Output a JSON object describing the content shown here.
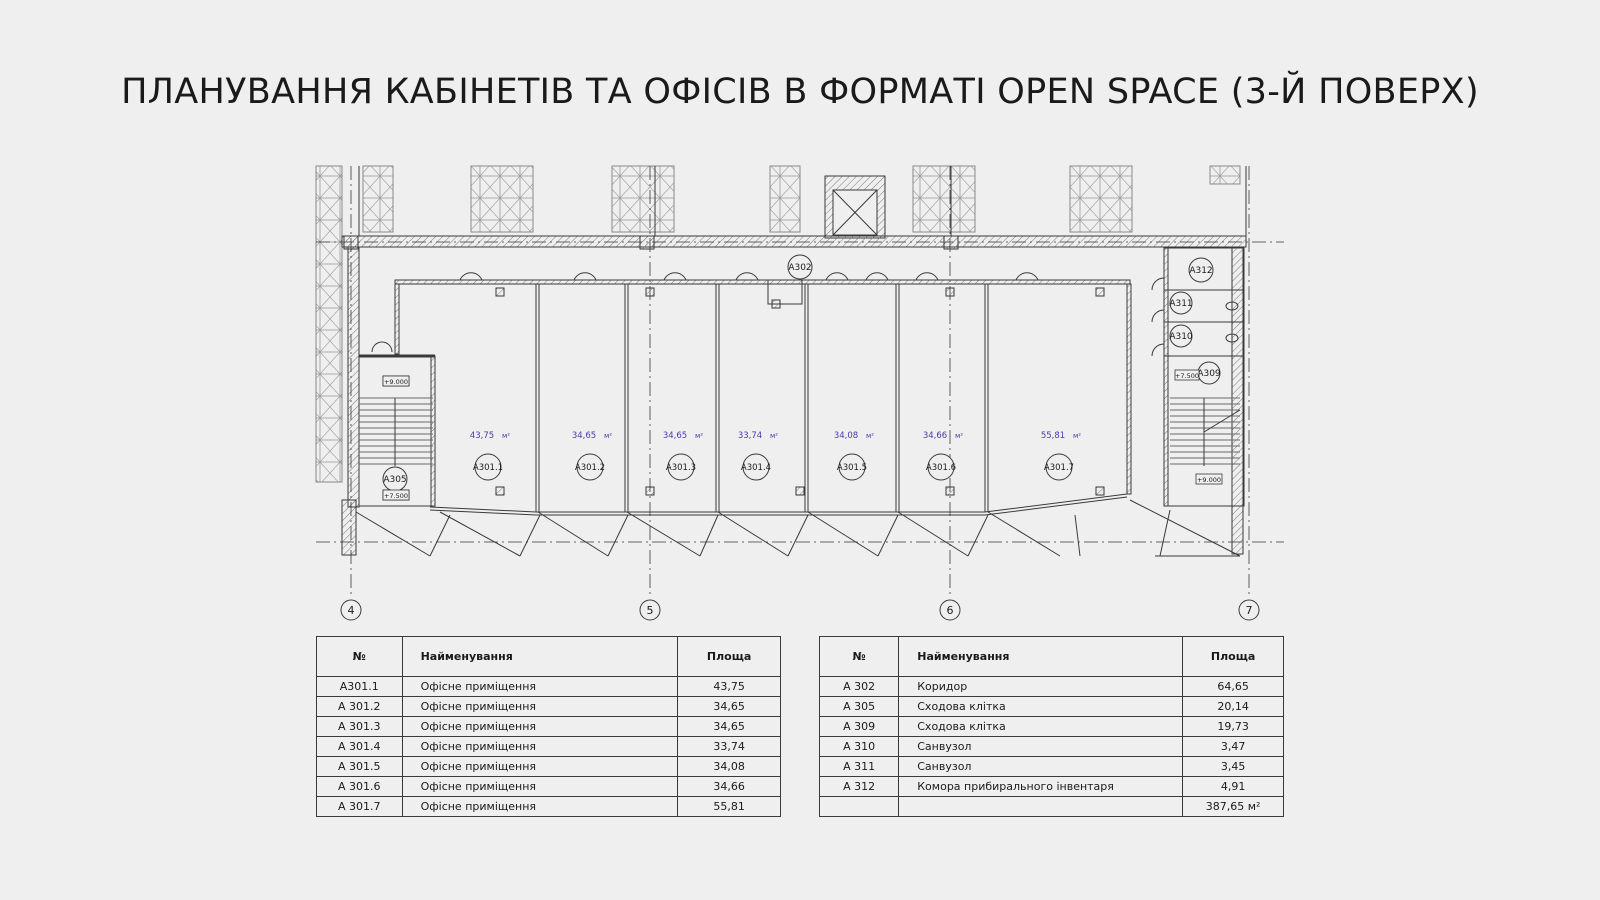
{
  "title": "ПЛАНУВАННЯ КАБІНЕТІВ ТА ОФІСІВ В ФОРМАТІ OPEN SPACE (3-Й ПОВЕРХ)",
  "plan": {
    "axes": [
      "4",
      "5",
      "6",
      "7"
    ],
    "rooms": [
      {
        "id": "A301.1",
        "label": "A301.1",
        "area": "43,75",
        "unit": "м²"
      },
      {
        "id": "A301.2",
        "label": "A301.2",
        "area": "34,65",
        "unit": "м²"
      },
      {
        "id": "A301.3",
        "label": "A301.3",
        "area": "34,65",
        "unit": "м²"
      },
      {
        "id": "A301.4",
        "label": "A301.4",
        "area": "33,74",
        "unit": "м²"
      },
      {
        "id": "A301.5",
        "label": "A301.5",
        "area": "34,08",
        "unit": "м²"
      },
      {
        "id": "A301.6",
        "label": "A301.6",
        "area": "34,66",
        "unit": "м²"
      },
      {
        "id": "A301.7",
        "label": "A301.7",
        "area": "55,81",
        "unit": "м²"
      }
    ],
    "service_tags": [
      "A302",
      "A305",
      "A309",
      "A310",
      "A311",
      "A312"
    ],
    "levels": [
      "+9.000",
      "+7.500",
      "+7.500",
      "+9.000"
    ]
  },
  "tables": {
    "headers": {
      "no": "№",
      "name": "Найменування",
      "area": "Площа"
    },
    "left": [
      {
        "no": "А301.1",
        "name": "Офісне приміщення",
        "area": "43,75"
      },
      {
        "no": "А 301.2",
        "name": "Офісне приміщення",
        "area": "34,65"
      },
      {
        "no": "А 301.3",
        "name": "Офісне приміщення",
        "area": "34,65"
      },
      {
        "no": "А 301.4",
        "name": "Офісне приміщення",
        "area": "33,74"
      },
      {
        "no": "А 301.5",
        "name": "Офісне приміщення",
        "area": "34,08"
      },
      {
        "no": "А 301.6",
        "name": "Офісне приміщення",
        "area": "34,66"
      },
      {
        "no": "А 301.7",
        "name": "Офісне приміщення",
        "area": "55,81"
      }
    ],
    "right": [
      {
        "no": "А 302",
        "name": "Коридор",
        "area": "64,65"
      },
      {
        "no": "А 305",
        "name": "Сходова клітка",
        "area": "20,14"
      },
      {
        "no": "А 309",
        "name": "Сходова клітка",
        "area": "19,73"
      },
      {
        "no": "А 310",
        "name": "Санвузол",
        "area": "3,47"
      },
      {
        "no": "А 311",
        "name": "Санвузол",
        "area": "3,45"
      },
      {
        "no": "А 312",
        "name": "Комора прибирального інвентаря",
        "area": "4,91"
      },
      {
        "no": "",
        "name": "",
        "area": "387,65 м²"
      }
    ]
  },
  "colors": {
    "background": "#efefef",
    "line": "#3a3a3a",
    "hatch": "#8a8a8a",
    "area_text": "#4b3aa8"
  }
}
